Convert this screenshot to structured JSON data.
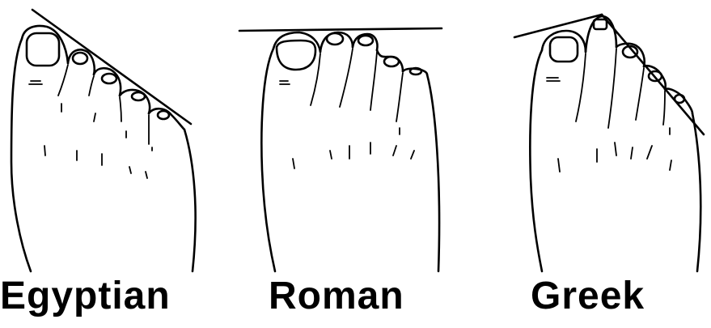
{
  "figure": {
    "panels": [
      {
        "id": "egyptian",
        "label": "Egyptian"
      },
      {
        "id": "roman",
        "label": "Roman"
      },
      {
        "id": "greek",
        "label": "Greek"
      }
    ]
  }
}
